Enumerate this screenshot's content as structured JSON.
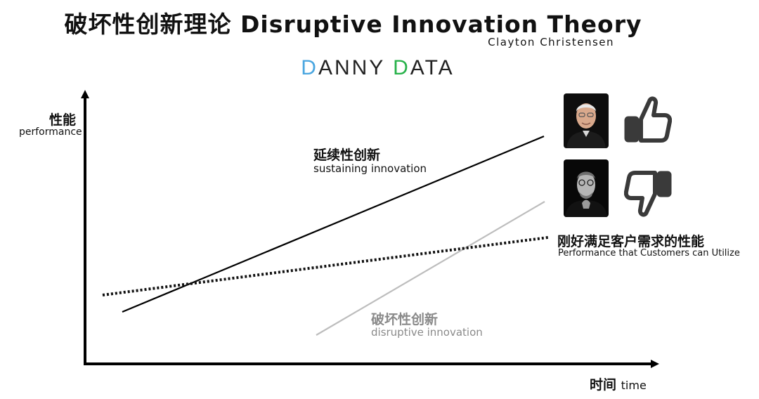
{
  "header": {
    "title": "破坏性创新理论 Disruptive Innovation Theory",
    "author": "Clayton Christensen",
    "brand_first_letter": "D",
    "brand_part1": "ANNY ",
    "brand_second_letter": "D",
    "brand_part2": "ATA"
  },
  "axes": {
    "y_label_cn": "性能",
    "y_label_en": "performance",
    "x_label_cn": "时间",
    "x_label_en": "time"
  },
  "lines": {
    "sustaining": {
      "label_cn": "延续性创新",
      "label_en": "sustaining innovation"
    },
    "disruptive": {
      "label_cn": "破坏性创新",
      "label_en": "disruptive innovation"
    },
    "customer_need": {
      "label_cn": "刚好满足客户需求的性能",
      "label_en": "Performance that Customers can Utilize"
    }
  },
  "icons": {
    "top_thumb": "thumbs-up-icon",
    "bottom_thumb": "thumbs-down-icon"
  },
  "colors": {
    "sustaining_line": "#000000",
    "disruptive_line": "#bdbdbd",
    "customer_line": "#111111",
    "brand_blue": "#4aa6e0",
    "brand_green": "#27b24a",
    "muted_text": "#8a8a8a"
  }
}
